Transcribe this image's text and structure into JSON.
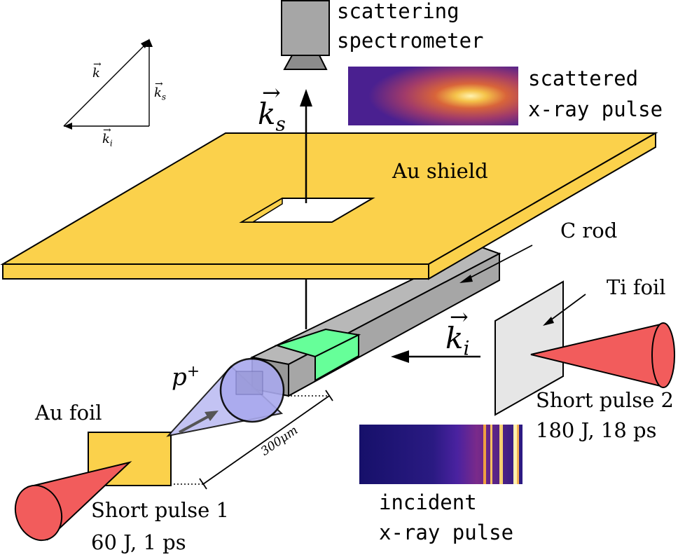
{
  "labels": {
    "scattering_spectrometer": [
      "scattering",
      "spectrometer"
    ],
    "scattered_pulse": [
      "scattered",
      "x-ray pulse"
    ],
    "incident_pulse": [
      "incident",
      "x-ray pulse"
    ],
    "au_shield": "Au shield",
    "c_rod": "C rod",
    "ti_foil": "Ti foil",
    "au_foil": "Au foil",
    "proton": "p",
    "proton_sup": "+",
    "short_pulse_1": [
      "Short pulse 1",
      "60 J, 1 ps"
    ],
    "short_pulse_2": [
      "Short pulse 2",
      "180 J, 18 ps"
    ],
    "distance": "300μm"
  },
  "vectors": {
    "k": "k",
    "k_s_base": "k",
    "k_s_sub": "s",
    "k_i_base": "k",
    "k_i_sub": "i",
    "arrow": "→"
  },
  "colors": {
    "gold": "#fbd14b",
    "rod_gray": "#a6a6a6",
    "green": "#66ff99",
    "pulse_red": "#f25c5c",
    "proton_blue": "#a9a9ee",
    "ti_gray": "#e6e6e6"
  }
}
